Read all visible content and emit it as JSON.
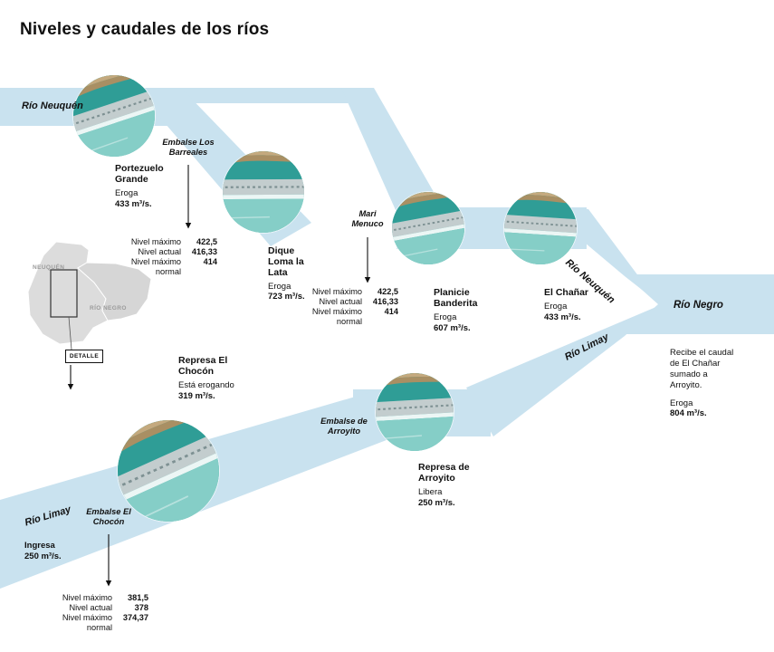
{
  "title": "Niveles y caudales de los ríos",
  "colors": {
    "river": "#c9e2ef",
    "map": "#dcdcdc"
  },
  "rivers": {
    "neuquen": "Río Neuquén",
    "limay": "Río Limay",
    "negro": "Río Negro"
  },
  "stations": {
    "portezuelo_grande": {
      "name": "Portezuelo Grande",
      "action": "Eroga",
      "flow": "433 m³/s."
    },
    "loma_la_lata": {
      "name": "Dique Loma la Lata",
      "action": "Eroga",
      "flow": "723 m³/s."
    },
    "planicie_banderita": {
      "name": "Planicie Banderita",
      "action": "Eroga",
      "flow": "607 m³/s."
    },
    "el_chanar": {
      "name": "El Chañar",
      "action": "Eroga",
      "flow": "433 m³/s."
    },
    "el_chocon": {
      "name": "Represa El Chocón",
      "action": "Está erogando",
      "flow": "319 m³/s."
    },
    "arroyito": {
      "name": "Represa de Arroyito",
      "action": "Libera",
      "flow": "250 m³/s."
    }
  },
  "reservoirs": {
    "los_barreales": "Embalse Los Barreales",
    "mari_menuco": "Mari Menuco",
    "el_chocon": "Embalse El Chocón",
    "arroyito": "Embalse de Arroyito"
  },
  "inflow": {
    "action": "Ingresa",
    "flow": "250 m³/s."
  },
  "rio_negro_note": {
    "text": "Recibe el caudal de El Chañar sumado a Arroyito.",
    "action": "Eroga",
    "flow": "804 m³/s."
  },
  "level_tables": {
    "los_barreales": {
      "rows": [
        {
          "label": "Nivel máximo",
          "value": "422,5"
        },
        {
          "label": "Nivel actual",
          "value": "416,33"
        },
        {
          "label": "Nivel máximo normal",
          "value": "414"
        }
      ]
    },
    "mari_menuco": {
      "rows": [
        {
          "label": "Nivel máximo",
          "value": "422,5"
        },
        {
          "label": "Nivel actual",
          "value": "416,33"
        },
        {
          "label": "Nivel máximo normal",
          "value": "414"
        }
      ]
    },
    "el_chocon": {
      "rows": [
        {
          "label": "Nivel máximo",
          "value": "381,5"
        },
        {
          "label": "Nivel actual",
          "value": "378"
        },
        {
          "label": "Nivel máximo normal",
          "value": "374,37"
        }
      ]
    }
  },
  "map": {
    "province_top": "NEUQUÉN",
    "province_bottom": "RÍO NEGRO",
    "detail": "DETALLE"
  }
}
